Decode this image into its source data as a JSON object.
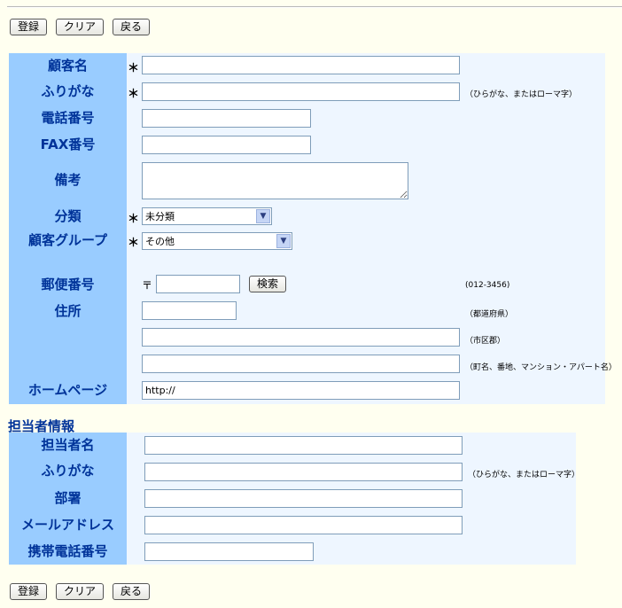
{
  "buttons": {
    "register": "登録",
    "clear": "クリア",
    "back": "戻る"
  },
  "customer": {
    "name_label": "顧客名",
    "furigana_label": "ふりがな",
    "phone_label": "電話番号",
    "fax_label": "FAX番号",
    "note_label": "備考",
    "category_label": "分類",
    "group_label": "顧客グループ",
    "zip_label": "郵便番号",
    "address_label": "住所",
    "homepage_label": "ホームページ",
    "required_mark": "＊",
    "zip_symbol": "〒",
    "search_button": "検索",
    "category_value": "未分類",
    "group_value": "その他",
    "homepage_value": "http://",
    "hint_furigana": "（ひらがな、またはローマ字）",
    "hint_zip": "(012-3456)",
    "hint_pref": "（都道府県）",
    "hint_city": "（市区郡）",
    "hint_street": "（町名、番地、マンション・アパート名）"
  },
  "contact": {
    "title": "担当者情報",
    "name_label": "担当者名",
    "furigana_label": "ふりがな",
    "dept_label": "部署",
    "email_label": "メールアドレス",
    "mobile_label": "携帯電話番号",
    "hint_furigana": "（ひらがな、またはローマ字）"
  }
}
